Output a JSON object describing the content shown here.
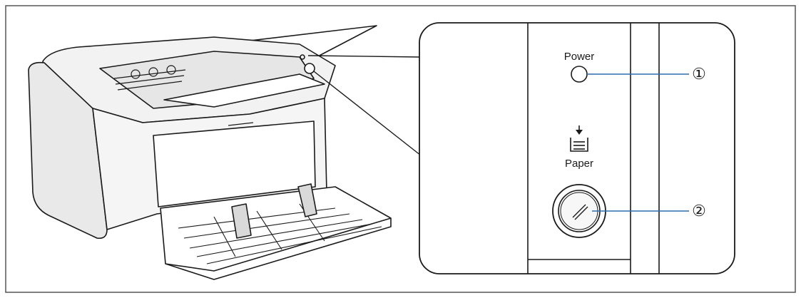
{
  "panel": {
    "power_label": "Power",
    "paper_label": "Paper",
    "callout_1": "①",
    "callout_2": "②"
  },
  "colors": {
    "line": "#1a1a1a",
    "leader": "#2f6fb0",
    "panel_fill": "#ffffff",
    "printer_body": "#f2f2f2",
    "printer_shade": "#d9d9d9",
    "frame": "#555555"
  },
  "icons": [
    "power-indicator-icon",
    "paper-indicator-icon",
    "paper-button-icon"
  ]
}
